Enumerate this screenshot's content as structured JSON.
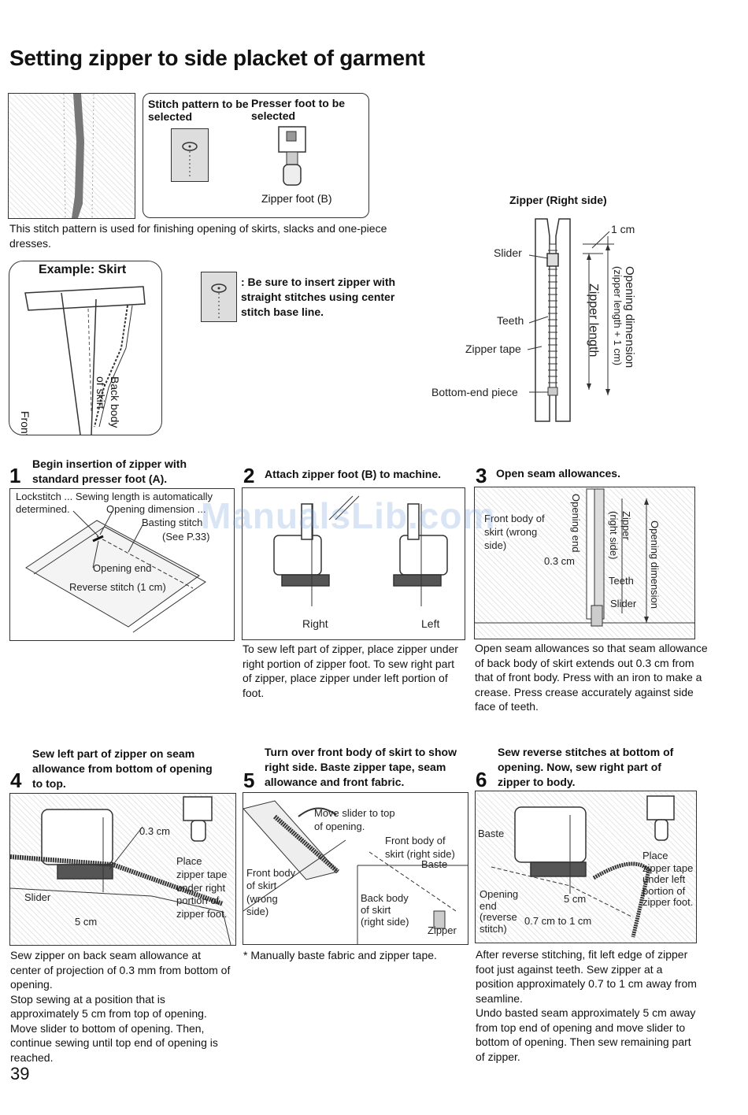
{
  "title": "Setting zipper to side placket of garment",
  "selection_box": {
    "stitch_header": "Stitch pattern to be selected",
    "foot_header": "Presser foot to be selected",
    "foot_name": "Zipper foot (B)"
  },
  "intro": "This stitch pattern is used for finishing opening of skirts, slacks and one-piece dresses.",
  "example": {
    "title": "Example: Skirt",
    "front_label": "Front body of skirt",
    "back_label_1": "Back body",
    "back_label_2": "of skirt"
  },
  "note": ": Be sure to insert zipper with straight stitches using center stitch base line.",
  "zipper_diagram": {
    "title": "Zipper (Right side)",
    "slider": "Slider",
    "teeth": "Teeth",
    "tape": "Zipper tape",
    "bottom_end": "Bottom-end piece",
    "one_cm": "1 cm",
    "zipper_length": "Zipper length",
    "opening_dimension": "Opening dimension",
    "opening_formula": "(zipper length + 1 cm)"
  },
  "steps": [
    {
      "number": "1",
      "heading": "Begin insertion of zipper with standard presser foot (A).",
      "labels": {
        "lockstitch": "Lockstitch ... Sewing length is automatically",
        "determined": "determined.",
        "opening_dim": "Opening dimension ...",
        "basting": "Basting stitch",
        "see": "(See P.33)",
        "opening_end": "Opening end",
        "reverse": "Reverse stitch (1 cm)"
      },
      "text": ""
    },
    {
      "number": "2",
      "heading": "Attach zipper foot (B) to machine.",
      "labels": {
        "right": "Right",
        "left": "Left"
      },
      "text": "To sew left part of zipper, place zipper under right portion of zipper foot. To sew right part of zipper, place zipper under left portion of foot."
    },
    {
      "number": "3",
      "heading": "Open seam allowances.",
      "labels": {
        "front_1": "Front body of",
        "front_2": "skirt (wrong",
        "front_3": "side)",
        "opening_end": "Opening end",
        "zipper": "Zipper",
        "right_side": "(right side)",
        "opening_dimension": "Opening dimension",
        "dim": "0.3 cm",
        "teeth": "Teeth",
        "slider": "Slider"
      },
      "text": "Open seam allowances so that seam allowance of back body of skirt extends out 0.3 cm from that of front body. Press with an iron to make a crease. Press crease accurately against side face of teeth."
    },
    {
      "number": "4",
      "heading": "Sew left part of zipper on seam allowance from bottom of opening to top.",
      "labels": {
        "dim": "0.3 cm",
        "place_1": "Place",
        "place_2": "zipper tape",
        "place_3": "under right",
        "place_4": "portion of",
        "place_5": "zipper foot.",
        "slider": "Slider",
        "five_cm": "5 cm"
      },
      "text": "Sew zipper on back seam allowance at center of projection of 0.3 mm from bottom of opening.\nStop sewing at a position that is approximately 5 cm from top of opening. Move slider to bottom of opening. Then, continue sewing until top end of opening is reached."
    },
    {
      "number": "5",
      "heading": "Turn over front body of skirt to show right side. Baste zipper tape, seam allowance and front fabric.",
      "labels": {
        "move_1": "Move slider to top",
        "move_2": "of opening.",
        "front_r1": "Front body of",
        "front_r2": "skirt (right side)",
        "baste": "Baste",
        "front_w1": "Front body",
        "front_w2": "of skirt",
        "front_w3": "(wrong",
        "front_w4": "side)",
        "back_1": "Back body",
        "back_2": "of skirt",
        "back_3": "(right side)",
        "zipper": "Zipper"
      },
      "text": "* Manually baste fabric and zipper tape."
    },
    {
      "number": "6",
      "heading": "Sew reverse stitches at bottom of opening. Now, sew right part of zipper to body.",
      "labels": {
        "baste": "Baste",
        "place_1": "Place",
        "place_2": "zipper tape",
        "place_3": "under left",
        "place_4": "portion of",
        "place_5": "zipper foot.",
        "opening_1": "Opening",
        "opening_2": "end",
        "opening_3": "(reverse",
        "opening_4": "stitch)",
        "five_cm": "5 cm",
        "range": "0.7 cm to 1 cm"
      },
      "text": "After reverse stitching, fit left edge of zipper foot just against teeth. Sew zipper at a position approximately 0.7 to 1 cm away from seamline.\nUndo basted seam approximately 5 cm away from top end of opening and move slider to bottom of opening. Then sew remaining part of zipper."
    }
  ],
  "page_number": "39",
  "watermark": "ManualsLib.com"
}
